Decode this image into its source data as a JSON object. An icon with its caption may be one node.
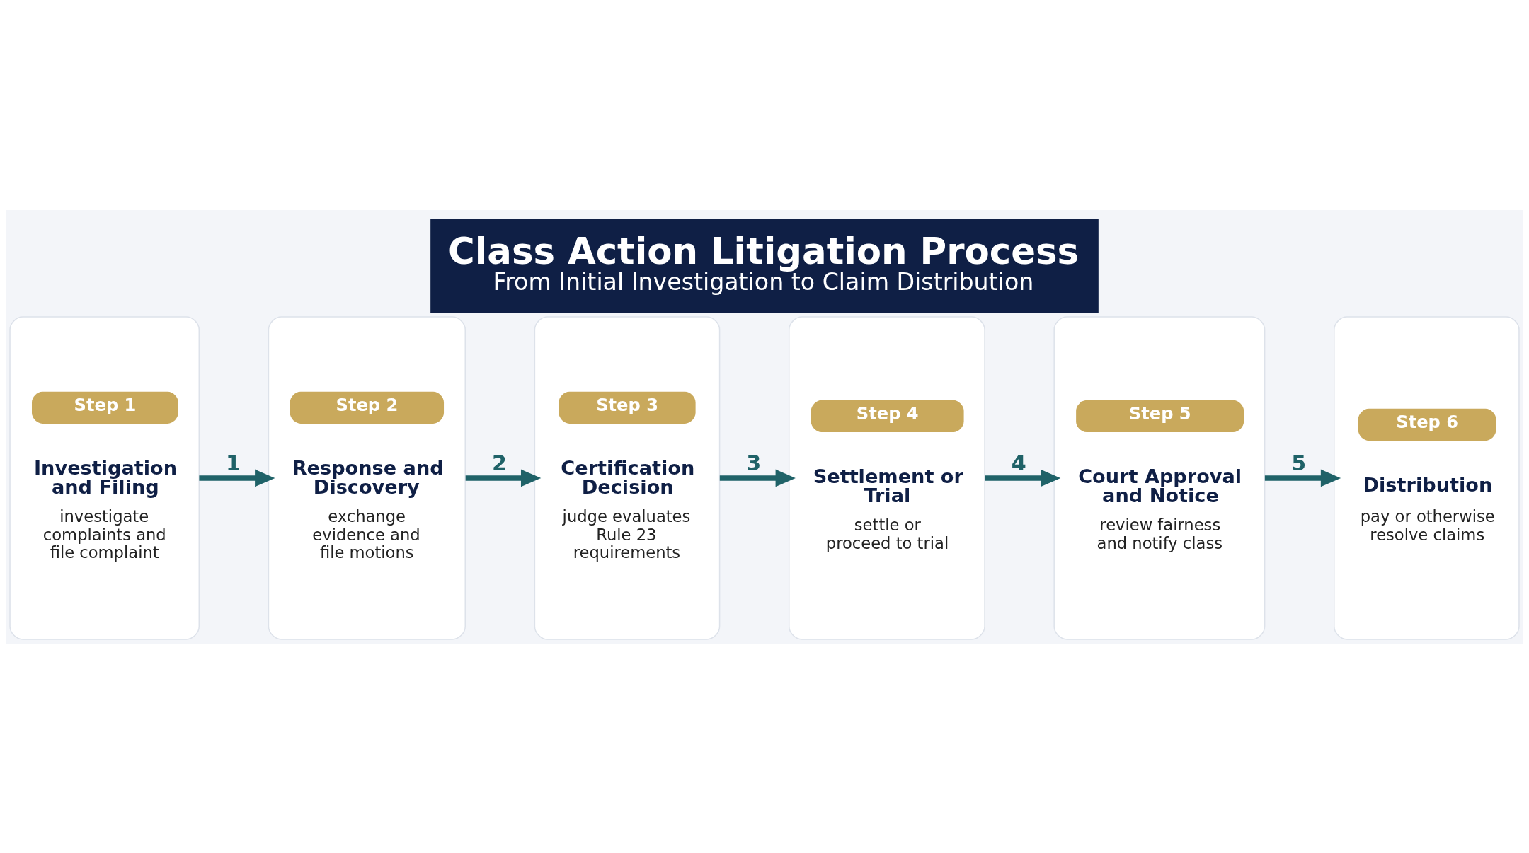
{
  "diagram": {
    "title": "Class Action Litigation Process",
    "caption": "From Initial Investigation to Claim Distribution",
    "nodes": [
      {
        "text": [
          "Step 1",
          "Investigation and Filing",
          "investigate complaints and file complaint"
        ]
      },
      {
        "text": [
          "Step 2",
          "Response and Discovery",
          "exchange evidence and file motions"
        ]
      },
      {
        "text": [
          "Step 3",
          "Certification Decision",
          "judge evaluates Rule 23 requirements"
        ]
      },
      {
        "text": [
          "Step 4",
          "Settlement or Trial",
          "settle or proceed to trial"
        ]
      },
      {
        "text": [
          "Step 5",
          "Court Approval and Notice",
          "review fairness and notify class"
        ]
      },
      {
        "text": [
          "Step 6",
          "Distribution",
          "pay or otherwise resolve claims"
        ]
      }
    ],
    "edges": [
      {
        "from": 0,
        "to": 1,
        "arrow": "to",
        "label": "1"
      },
      {
        "from": 1,
        "to": 2,
        "arrow": "to",
        "label": "2"
      },
      {
        "from": 2,
        "to": 3,
        "arrow": "to",
        "label": "3"
      },
      {
        "from": 3,
        "to": 4,
        "arrow": "to",
        "label": "4"
      },
      {
        "from": 4,
        "to": 5,
        "arrow": "to",
        "label": "5"
      }
    ]
  }
}
